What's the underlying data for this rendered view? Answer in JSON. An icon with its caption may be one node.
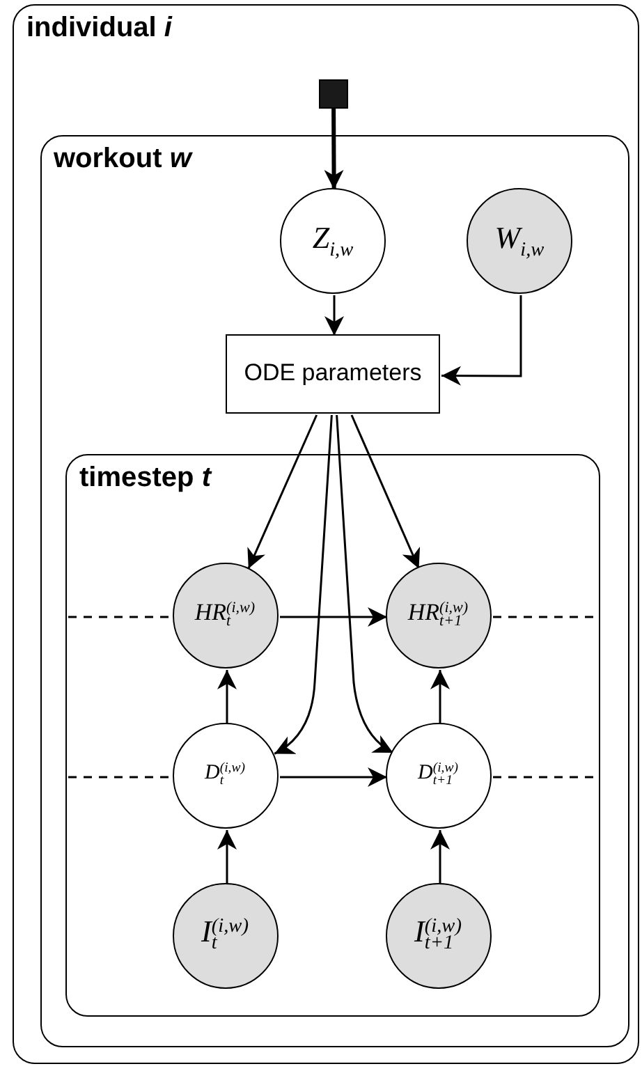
{
  "diagram": {
    "nodes": [
      {
        "text": [
          "individual *i*"
        ]
      },
      {
        "text": [
          "workout *w*"
        ],
        "in": 0
      },
      {
        "text": [],
        "shape": "box",
        "in": 0
      },
      {
        "text": [
          "Z$_{i,w}$"
        ],
        "in": 1
      },
      {
        "text": [
          "W$_{i,w}$"
        ],
        "in": 1
      },
      {
        "text": [
          "ODE parameters"
        ],
        "in": 1
      },
      {
        "text": [
          "timestep *t*"
        ],
        "in": 1
      },
      {
        "text": [
          "HR$_{t}$$^{(i,w)}$"
        ],
        "in": 6
      },
      {
        "text": [
          "HR$_{t+1}$$^{(i,w)}$"
        ],
        "in": 6
      },
      {
        "text": [
          "D$_{t}$$^{(i,w)}$"
        ],
        "in": 6
      },
      {
        "text": [
          "D$_{t+1}$$^{(i,w)}$"
        ],
        "in": 6
      },
      {
        "text": [
          "I$_{t}$$^{(i,w)}$"
        ],
        "in": 6
      },
      {
        "text": [
          "I$_{t+1}$$^{(i,w)}$"
        ],
        "in": 6
      }
    ],
    "edges": [
      {
        "from": 2,
        "to": 3,
        "arrow": "to",
        "style": "thick"
      },
      {
        "from": 3,
        "to": 5,
        "arrow": "to"
      },
      {
        "from": 4,
        "to": 5,
        "arrow": "to"
      },
      {
        "from": 5,
        "to": 7,
        "arrow": "to"
      },
      {
        "from": 5,
        "to": 8,
        "arrow": "to"
      },
      {
        "from": 5,
        "to": 9,
        "arrow": "to"
      },
      {
        "from": 5,
        "to": 10,
        "arrow": "to"
      },
      {
        "from": 7,
        "to": 8,
        "arrow": "to"
      },
      {
        "from": 9,
        "to": 10,
        "arrow": "to"
      },
      {
        "from": 9,
        "to": 7,
        "arrow": "to"
      },
      {
        "from": 10,
        "to": 8,
        "arrow": "to"
      },
      {
        "from": 11,
        "to": 9,
        "arrow": "to"
      },
      {
        "from": 12,
        "to": 10,
        "arrow": "to"
      },
      {
        "from": null,
        "to": 7,
        "arrow": "none",
        "style": "dashed"
      },
      {
        "from": 8,
        "to": null,
        "arrow": "none",
        "style": "dashed"
      },
      {
        "from": null,
        "to": 9,
        "arrow": "none",
        "style": "dashed"
      },
      {
        "from": 10,
        "to": null,
        "arrow": "none",
        "style": "dashed"
      }
    ]
  }
}
